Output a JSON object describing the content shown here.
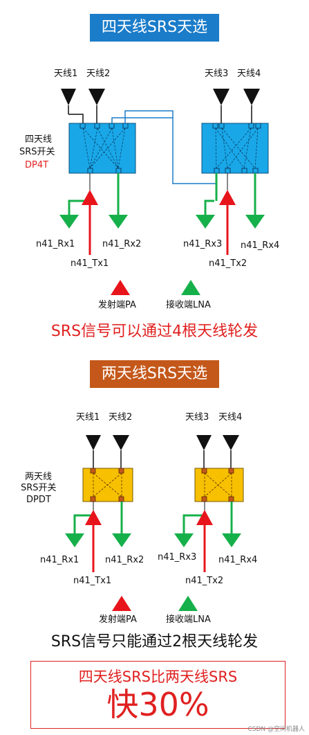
{
  "section1": {
    "title": "四天线SRS天选",
    "antenna_labels": [
      "天线1",
      "天线2",
      "天线3",
      "天线4"
    ],
    "switch_label": [
      "四天线",
      "SRS开关"
    ],
    "switch_type": "DP4T",
    "rx_labels": [
      "n41_Rx1",
      "n41_Rx2",
      "n41_Rx3",
      "n41_Rx4"
    ],
    "tx_labels": [
      "n41_Tx1",
      "n41_Tx2"
    ],
    "legend_pa": "发射端PA",
    "legend_lna": "接收端LNA",
    "summary": "SRS信号可以通过4根天线轮发"
  },
  "section2": {
    "title": "两天线SRS天选",
    "antenna_labels": [
      "天线1",
      "天线2",
      "天线3",
      "天线4"
    ],
    "switch_label": [
      "两天线",
      "SRS开关"
    ],
    "switch_type": "DPDT",
    "rx_labels": [
      "n41_Rx1",
      "n41_Rx2",
      "n41_Rx3",
      "n41_Rx4"
    ],
    "tx_labels": [
      "n41_Tx1",
      "n41_Tx2"
    ],
    "legend_pa": "发射端PA",
    "legend_lna": "接收端LNA",
    "summary": "SRS信号只能通过2根天线轮发"
  },
  "conclusion": {
    "line1": "四天线SRS比两天线SRS",
    "line2": "快30%"
  },
  "watermark": "CSDN @空间机器人",
  "colors": {
    "blue_switch": "#19a7e8",
    "yellow_switch": "#f7c000",
    "pa_red": "#e8141c",
    "lna_green": "#16b04a",
    "title1_bg": "#1b7cc9",
    "title2_bg": "#c4581a",
    "accent_red": "#e02020"
  }
}
